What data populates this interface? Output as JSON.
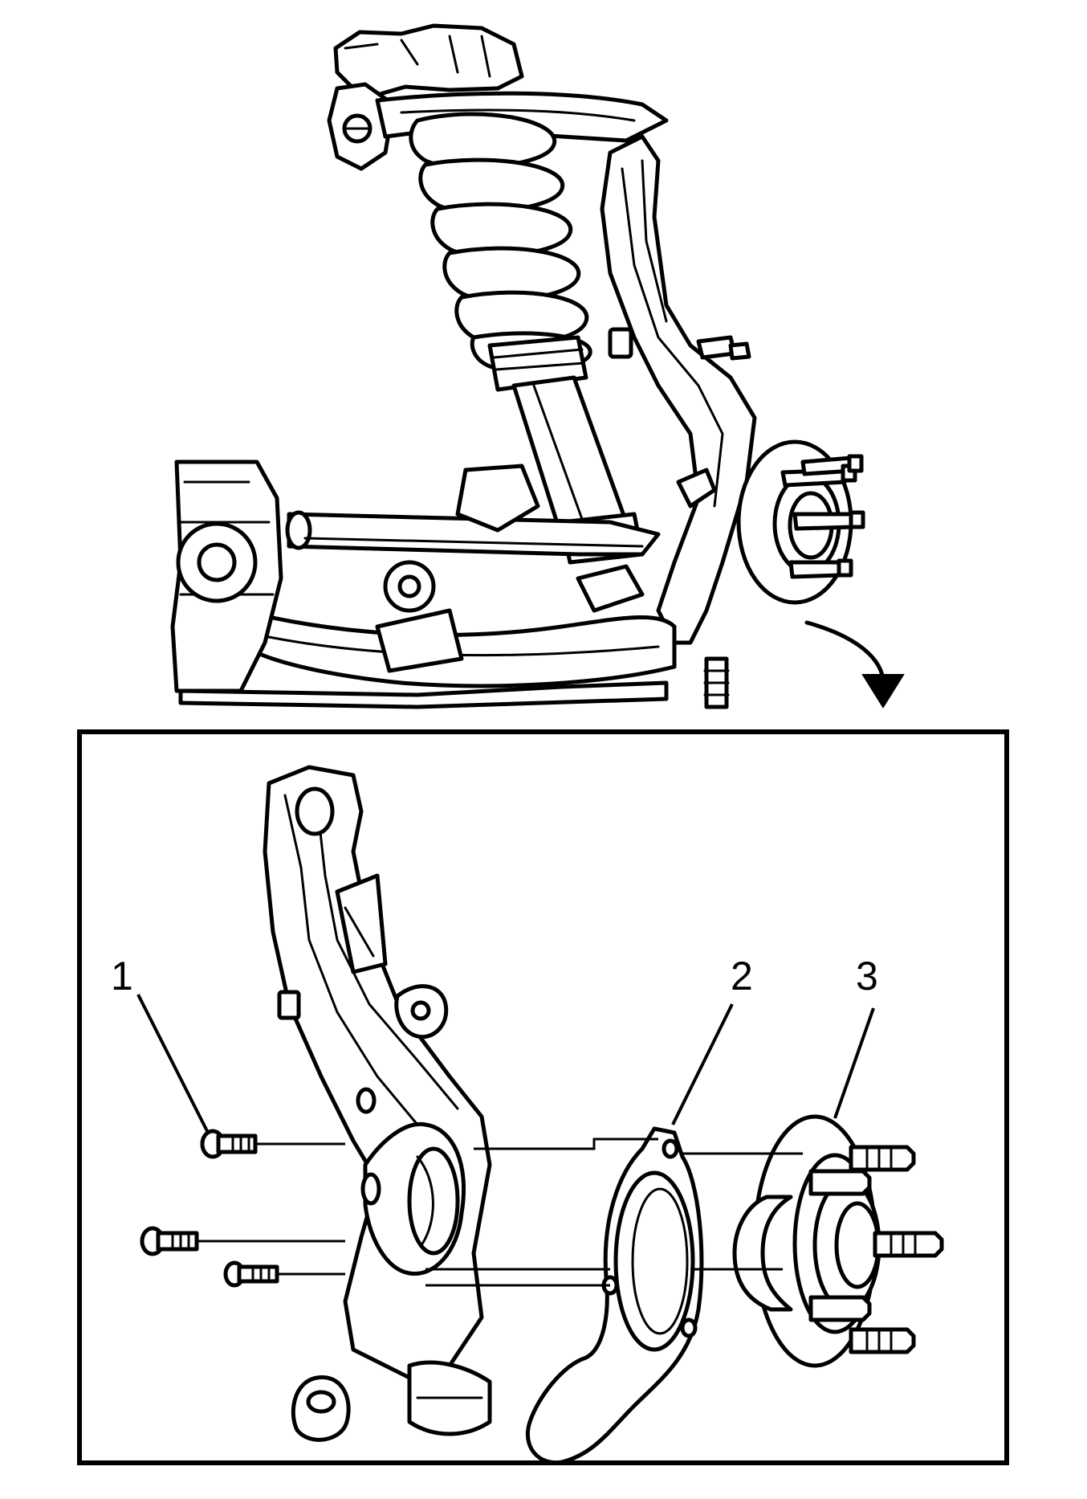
{
  "callouts": [
    {
      "number": "1",
      "part": "hub-bolts"
    },
    {
      "number": "2",
      "part": "shield"
    },
    {
      "number": "3",
      "part": "wheel-hub-and-bearing"
    }
  ],
  "colors": {
    "line": "#000000",
    "background": "#ffffff"
  },
  "icons": {
    "transition": "curved-arrow-down-icon"
  }
}
